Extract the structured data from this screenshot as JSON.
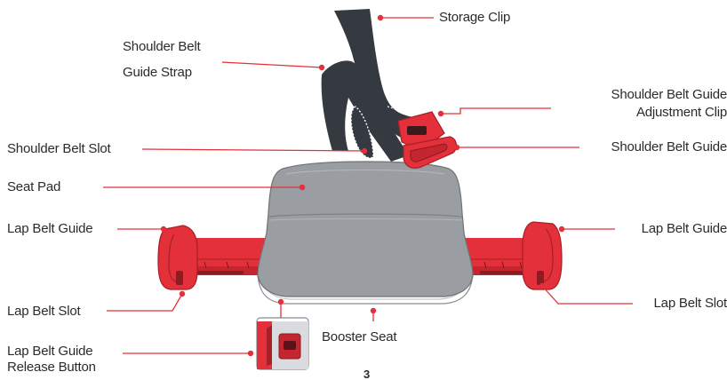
{
  "labels": {
    "storage_clip": "Storage Clip",
    "shoulder_belt_guide_strap_line1": "Shoulder Belt",
    "shoulder_belt_guide_strap_line2": "Guide Strap",
    "adjustment_clip_line1": "Shoulder Belt Guide",
    "adjustment_clip_line2": "Adjustment Clip",
    "shoulder_belt_slot": "Shoulder Belt Slot",
    "shoulder_belt_guide": "Shoulder Belt Guide",
    "seat_pad": "Seat Pad",
    "lap_belt_guide_left": "Lap Belt Guide",
    "lap_belt_guide_right": "Lap Belt Guide",
    "lap_belt_slot_left": "Lap Belt Slot",
    "lap_belt_slot_right": "Lap Belt Slot",
    "booster_seat": "Booster Seat",
    "release_button_line1": "Lap Belt Guide",
    "release_button_line2": "Release Button"
  },
  "page_number": "3",
  "colors": {
    "accent_red": "#e3303a",
    "strap_dark": "#343a40",
    "seat_gray": "#9a9da1",
    "text": "#2b2b2b"
  }
}
